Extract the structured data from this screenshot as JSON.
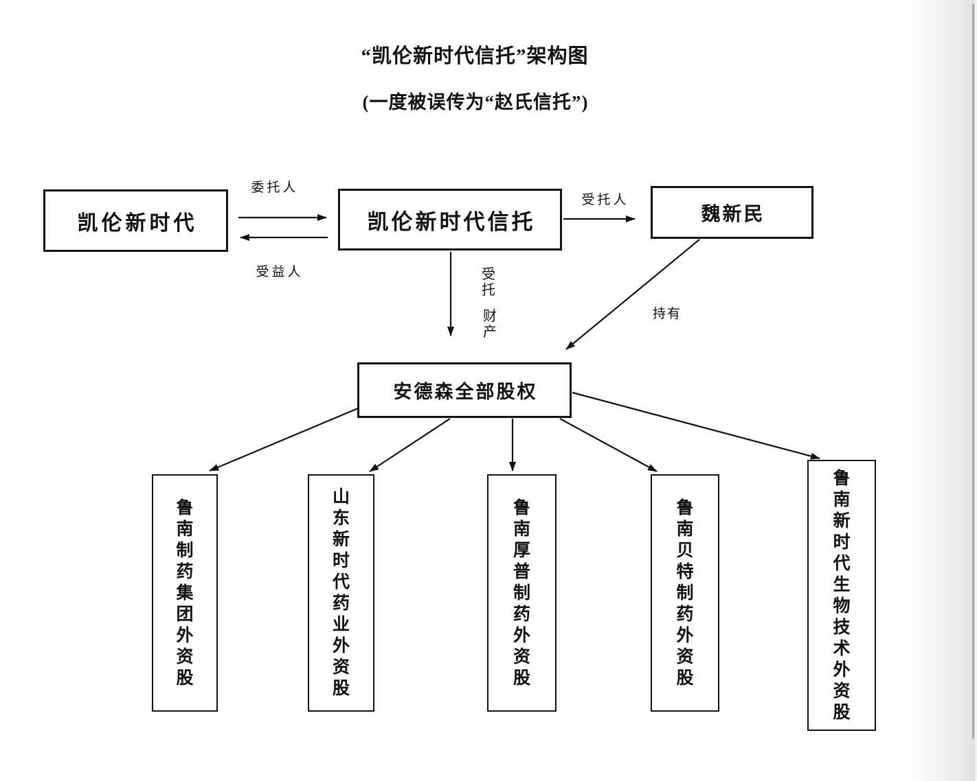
{
  "page": {
    "title": "“凯伦新时代信托”架构图",
    "subtitle": "(一度被误传为“赵氏信托”)"
  },
  "nodes": {
    "kailun": "凯伦新时代",
    "trust": "凯伦新时代信托",
    "wei": "魏新民",
    "anderson": "安德森全部股权",
    "sub1": "鲁南制药集团外资股",
    "sub2": "山东新时代药业外资股",
    "sub3": "鲁南厚普制药外资股",
    "sub4": "鲁南贝特制药外资股",
    "sub5": "鲁南新时代生物技术外资股"
  },
  "edge_labels": {
    "settlor": "委托人",
    "beneficiary": "受益人",
    "trustee": "受托人",
    "entrusted": "受托",
    "property": "财产",
    "holds": "持有"
  },
  "colors": {
    "line": "#111111",
    "background": "#ffffff",
    "page_edge_shadow": "#e4e4e4"
  }
}
